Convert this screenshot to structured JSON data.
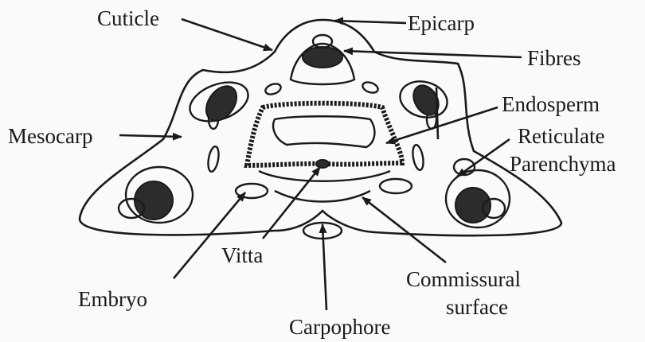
{
  "labels": {
    "cuticle": "Cuticle",
    "epicarp": "Epicarp",
    "fibres": "Fibres",
    "endosperm": "Endosperm",
    "mesocarp": "Mesocarp",
    "reticulate": "Reticulate",
    "parenchyma": "Parenchyma",
    "vitta": "Vitta",
    "embryo": "Embryo",
    "commissural": "Commissural",
    "surface": "surface",
    "carpophore": "Carpophore"
  },
  "colors": {
    "ink": "#1a1a1a",
    "background": "#fafaf8",
    "dark_tissue": "#2c2c2c"
  }
}
